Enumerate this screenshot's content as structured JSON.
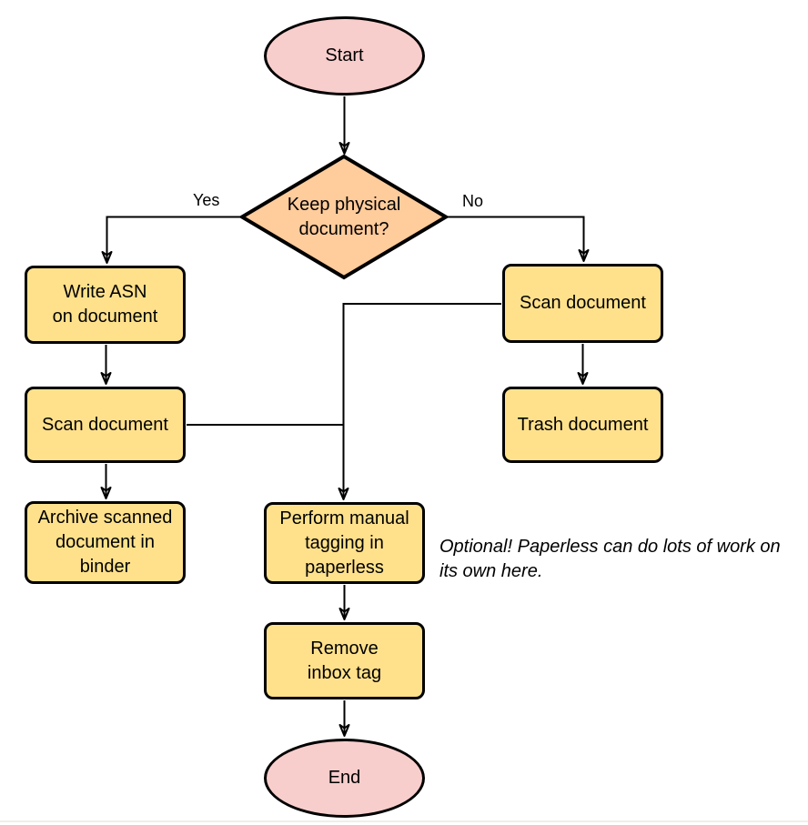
{
  "diagram": {
    "nodes": {
      "start": {
        "label": "Start",
        "type": "terminator"
      },
      "decision": {
        "label": "Keep physical\ndocument?",
        "type": "decision"
      },
      "write_asn": {
        "label": "Write ASN\non document",
        "type": "process"
      },
      "scan_keep": {
        "label": "Scan document",
        "type": "process"
      },
      "archive": {
        "label": "Archive scanned\ndocument in\nbinder",
        "type": "process"
      },
      "scan_discard": {
        "label": "Scan document",
        "type": "process"
      },
      "trash": {
        "label": "Trash document",
        "type": "process"
      },
      "tagging": {
        "label": "Perform manual\ntagging in\npaperless",
        "type": "process"
      },
      "remove_inbox": {
        "label": "Remove\ninbox tag",
        "type": "process"
      },
      "end": {
        "label": "End",
        "type": "terminator"
      }
    },
    "edges": [
      {
        "from": "start",
        "to": "decision",
        "label": ""
      },
      {
        "from": "decision",
        "to": "write_asn",
        "label": "Yes"
      },
      {
        "from": "decision",
        "to": "scan_discard",
        "label": "No"
      },
      {
        "from": "write_asn",
        "to": "scan_keep",
        "label": ""
      },
      {
        "from": "scan_keep",
        "to": "tagging",
        "label": ""
      },
      {
        "from": "scan_keep",
        "to": "archive",
        "label": ""
      },
      {
        "from": "scan_discard",
        "to": "trash",
        "label": ""
      },
      {
        "from": "scan_discard",
        "to": "tagging",
        "label": ""
      },
      {
        "from": "tagging",
        "to": "remove_inbox",
        "label": ""
      },
      {
        "from": "remove_inbox",
        "to": "end",
        "label": ""
      }
    ],
    "edge_labels": {
      "yes": "Yes",
      "no": "No"
    },
    "note": "Optional! Paperless can do lots of work on\nits own here.",
    "colors": {
      "terminator": "#F8CECC",
      "decision": "#FFCC9C",
      "process": "#FFE18C",
      "stroke": "#000000",
      "text": "#000000"
    }
  }
}
